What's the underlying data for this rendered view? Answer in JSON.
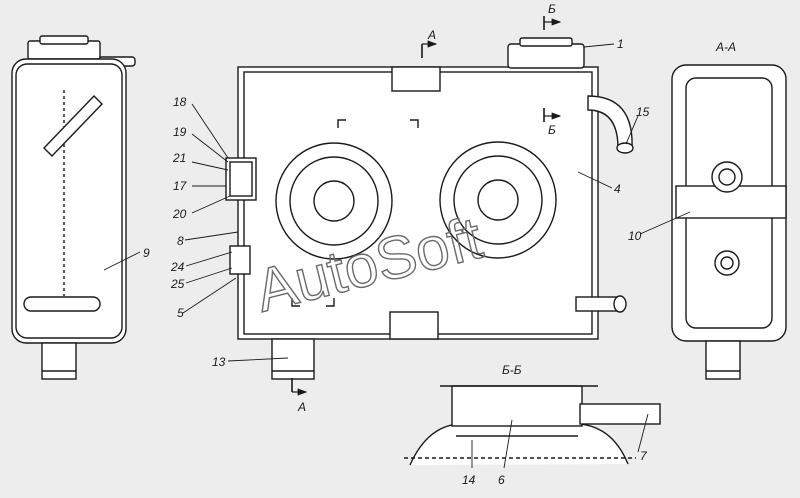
{
  "section_titles": {
    "aa": "А-А",
    "bb": "Б-Б"
  },
  "cut_marks": {
    "a": "А",
    "b": "Б"
  },
  "callouts": [
    "1",
    "4",
    "5",
    "6",
    "7",
    "8",
    "9",
    "10",
    "13",
    "14",
    "15",
    "17",
    "18",
    "19",
    "20",
    "21",
    "24",
    "25"
  ],
  "watermark": "AutoSoft"
}
